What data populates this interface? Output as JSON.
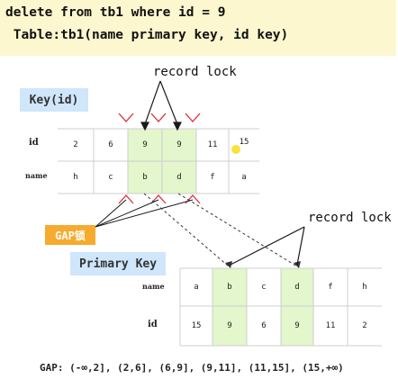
{
  "header": {
    "line1": "delete from tb1 where id = 9",
    "line2": " Table:tb1(name primary key, id key)"
  },
  "top_label": "record lock",
  "right_label": "record lock",
  "key_tag": "Key(id)",
  "gap_tag": "GAP锁",
  "primary_tag": "Primary Key",
  "colors": {
    "header_bg": "#fdf7cf",
    "highlight_green": "#e3f6cc",
    "tag_blue": "#cfe6fb",
    "gap_orange": "#f6ab2e",
    "red": "#e0303e",
    "dot_yellow": "#f8e33a"
  },
  "secondary_index": {
    "id_label": "id",
    "name_label": "name",
    "ids": [
      "2",
      "6",
      "9",
      "9",
      "11",
      "15"
    ],
    "names": [
      "h",
      "c",
      "b",
      "d",
      "f",
      "a"
    ]
  },
  "primary_index": {
    "name_label": "name",
    "id_label": "id",
    "names": [
      "a",
      "b",
      "c",
      "d",
      "f",
      "h"
    ],
    "ids": [
      "15",
      "9",
      "6",
      "9",
      "11",
      "2"
    ]
  },
  "gap_text": "GAP: (-∞,2], (2,6], (6,9], (9,11], (11,15], (15,+∞)"
}
